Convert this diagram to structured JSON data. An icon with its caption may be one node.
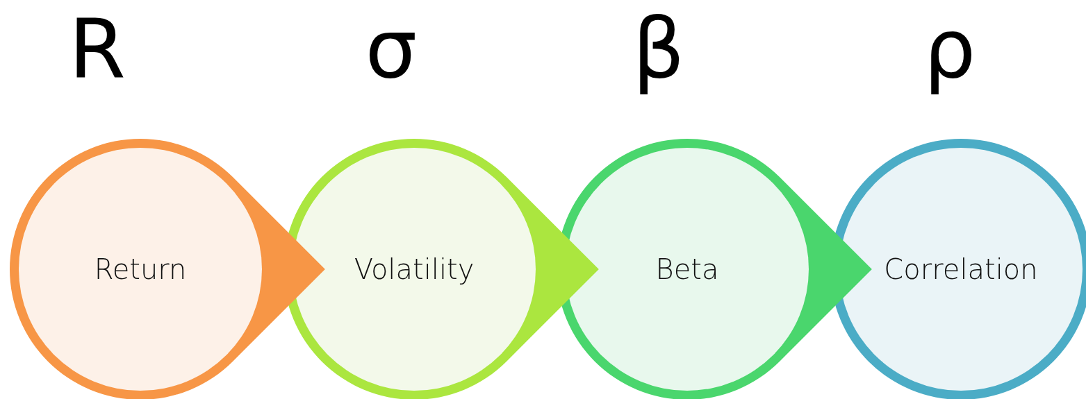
{
  "diagram": {
    "nodes": [
      {
        "text": [
          "R",
          "Return"
        ]
      },
      {
        "text": [
          "σ",
          "Volatility"
        ]
      },
      {
        "text": [
          "β",
          "Beta"
        ]
      },
      {
        "text": [
          "ρ",
          "Correlation"
        ]
      }
    ]
  }
}
